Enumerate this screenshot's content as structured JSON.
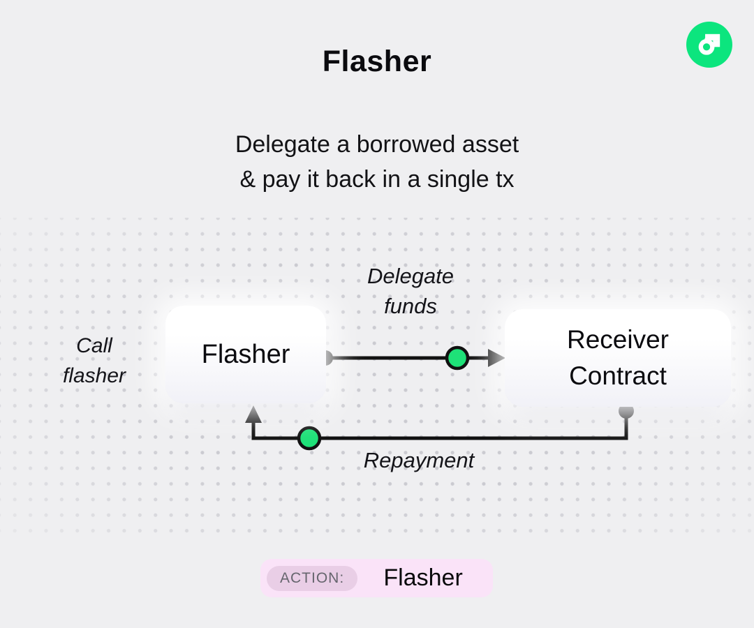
{
  "header": {
    "title": "Flasher",
    "subtitle_line1": "Delegate a borrowed asset",
    "subtitle_line2": "& pay it back in a single tx"
  },
  "logo": {
    "name": "Flow logo",
    "green": "#0CE57E"
  },
  "diagram": {
    "flasher_node_label": "Flasher",
    "receiver_node_line1": "Receiver",
    "receiver_node_line2": "Contract",
    "delegate_label_line1": "Delegate",
    "delegate_label_line2": "funds",
    "call_label_line1": "Call",
    "call_label_line2": "flasher",
    "repayment_label": "Repayment",
    "accent_green": "#1EE178",
    "line_color": "#111111"
  },
  "action_bar": {
    "label": "ACTION:",
    "value": "Flasher",
    "bg": "#FAE3F8",
    "chip_bg": "#E9CEE6"
  }
}
